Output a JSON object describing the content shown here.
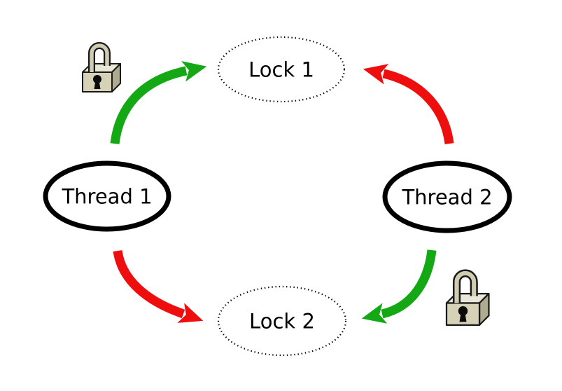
{
  "diagram": {
    "background": "#ffffff",
    "nodes": {
      "thread1": {
        "label": "Thread 1",
        "shape": "ellipse",
        "border": "solid-bold"
      },
      "thread2": {
        "label": "Thread 2",
        "shape": "ellipse",
        "border": "solid-bold"
      },
      "lock1": {
        "label": "Lock 1",
        "shape": "ellipse",
        "border": "dotted"
      },
      "lock2": {
        "label": "Lock 2",
        "shape": "ellipse",
        "border": "dotted"
      }
    },
    "edges": [
      {
        "from": "Thread 1",
        "to": "Lock 1",
        "color_name": "green"
      },
      {
        "from": "Thread 1",
        "to": "Lock 2",
        "color_name": "red"
      },
      {
        "from": "Thread 2",
        "to": "Lock 1",
        "color_name": "red"
      },
      {
        "from": "Thread 2",
        "to": "Lock 2",
        "color_name": "green"
      }
    ],
    "colors": {
      "green": "#14a814",
      "red": "#ee0e0e",
      "node_stroke": "#000000",
      "node_fill": "#ffffff",
      "padlock_outline": "#1a1a1a",
      "padlock_front": "#d5d2b8",
      "padlock_top": "#e9e7d8",
      "padlock_side": "#aeab8f",
      "padlock_shackle": "#cfccb2",
      "keyhole": "#0b0b0b"
    },
    "icons": [
      {
        "name": "padlock-icon",
        "position": "top-left"
      },
      {
        "name": "padlock-icon",
        "position": "bottom-right"
      }
    ]
  }
}
